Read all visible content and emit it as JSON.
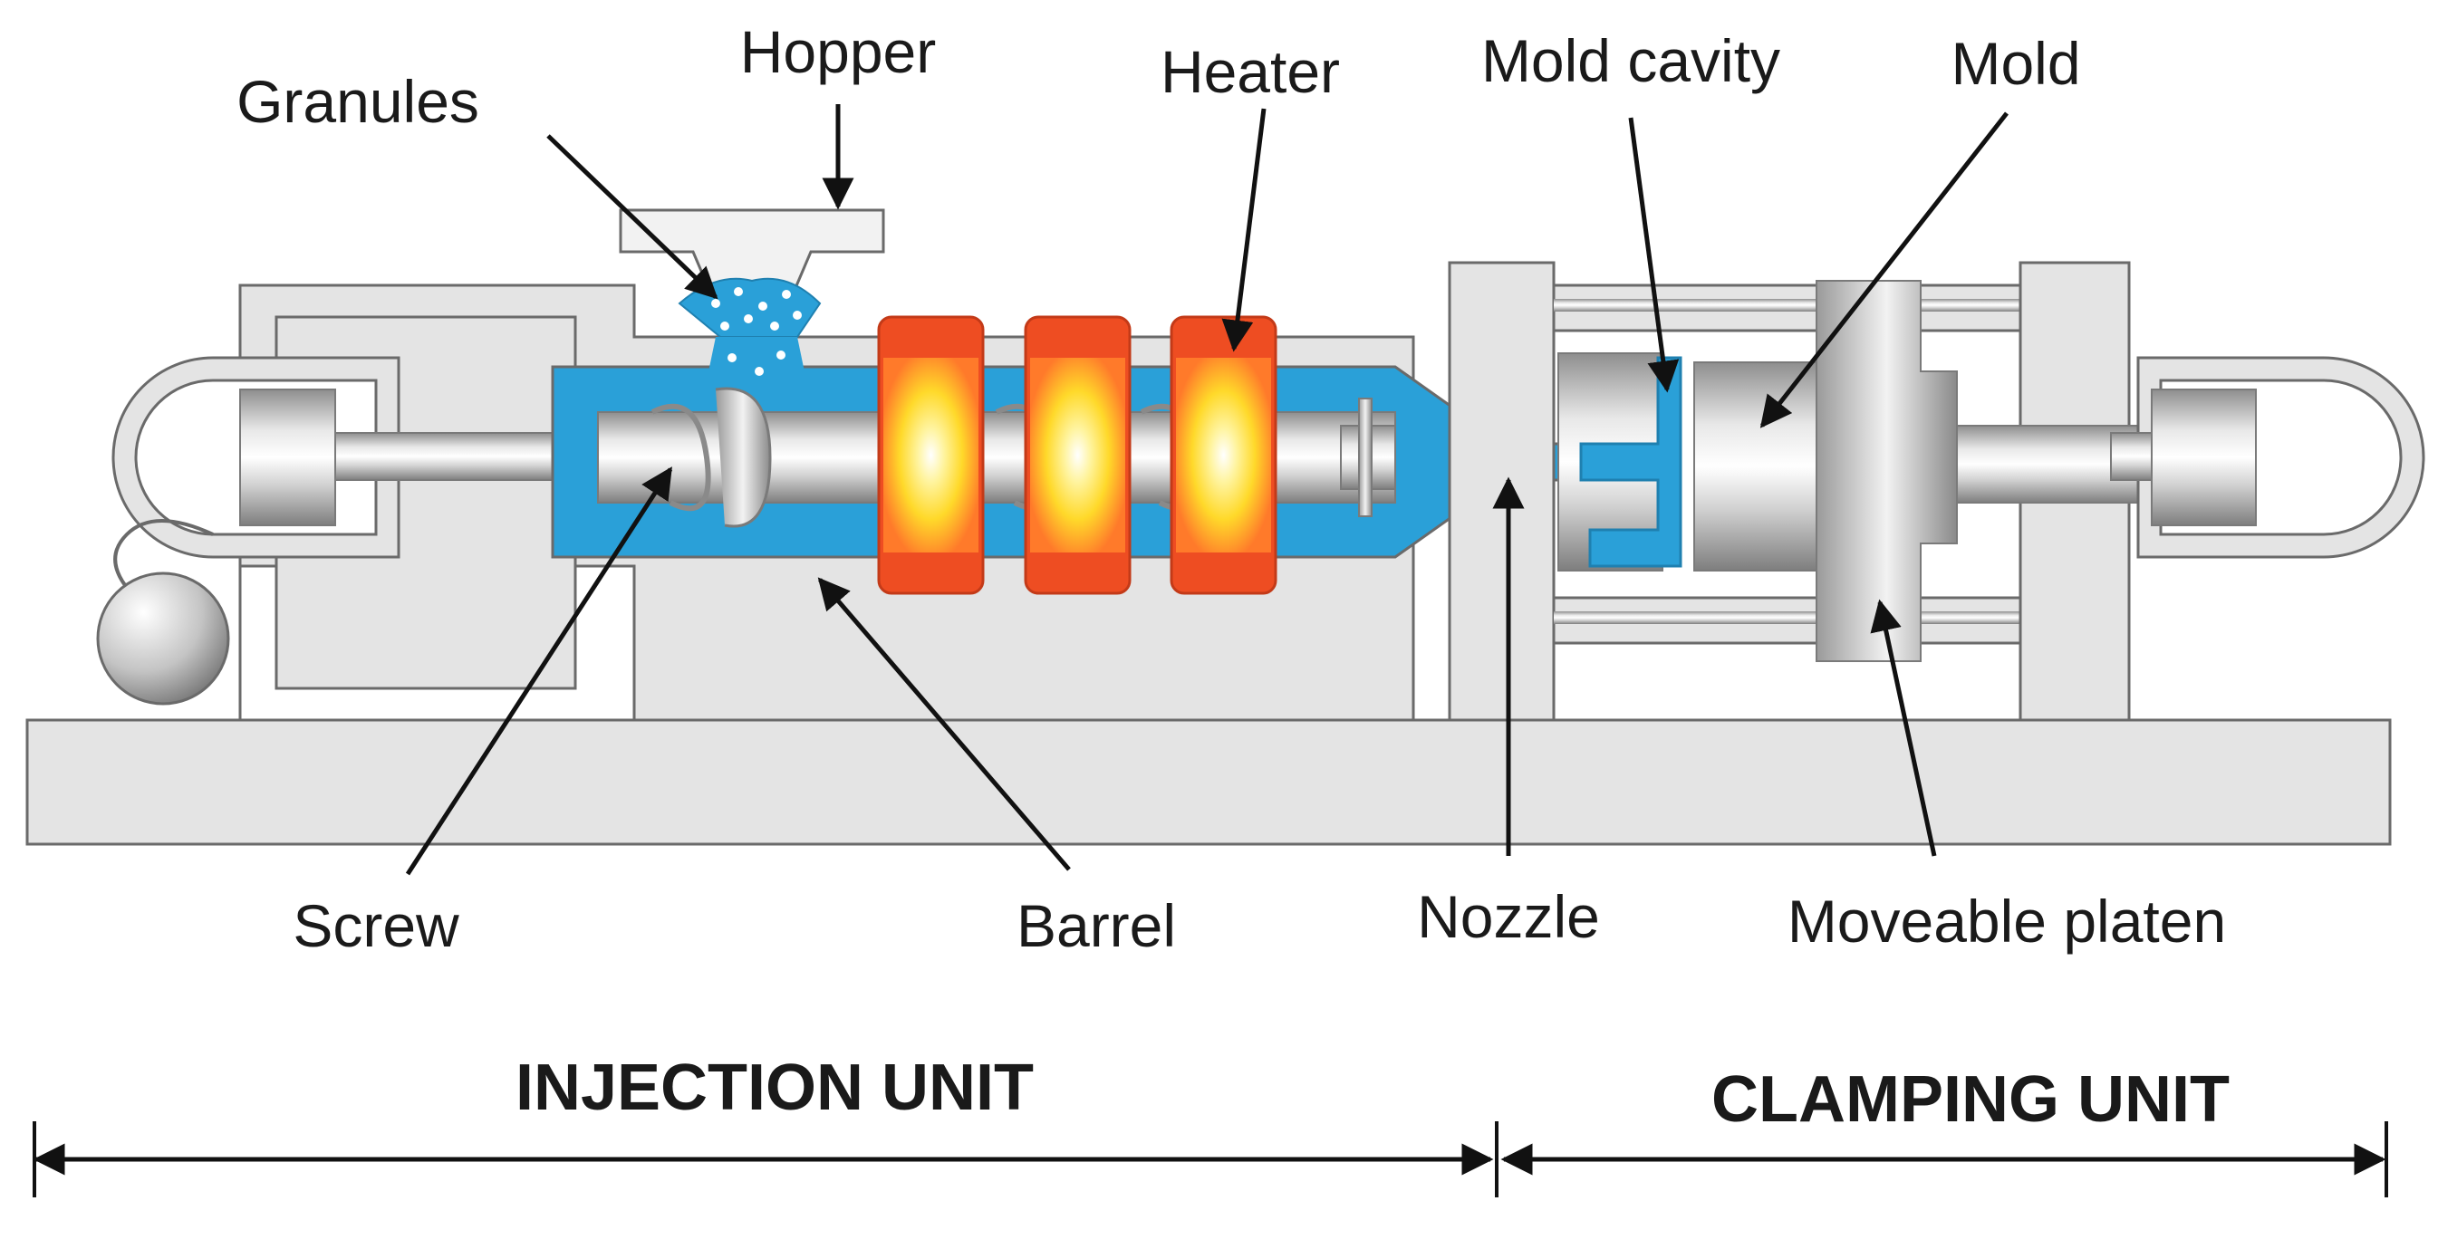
{
  "labels": {
    "hopper": "Hopper",
    "granules": "Granules",
    "heater": "Heater",
    "mold_cavity": "Mold cavity",
    "mold": "Mold",
    "screw": "Screw",
    "barrel": "Barrel",
    "nozzle": "Nozzle",
    "moveable_platen": "Moveable platen"
  },
  "units": {
    "injection": "INJECTION UNIT",
    "clamping": "CLAMPING UNIT"
  },
  "colors": {
    "machine_body": "#e4e4e4",
    "outline": "#6a6a6a",
    "melt_blue": "#2aa0d8",
    "heater_red": "#ee4d22",
    "heater_glow": "#ffe033",
    "text": "#1a1a1a"
  }
}
